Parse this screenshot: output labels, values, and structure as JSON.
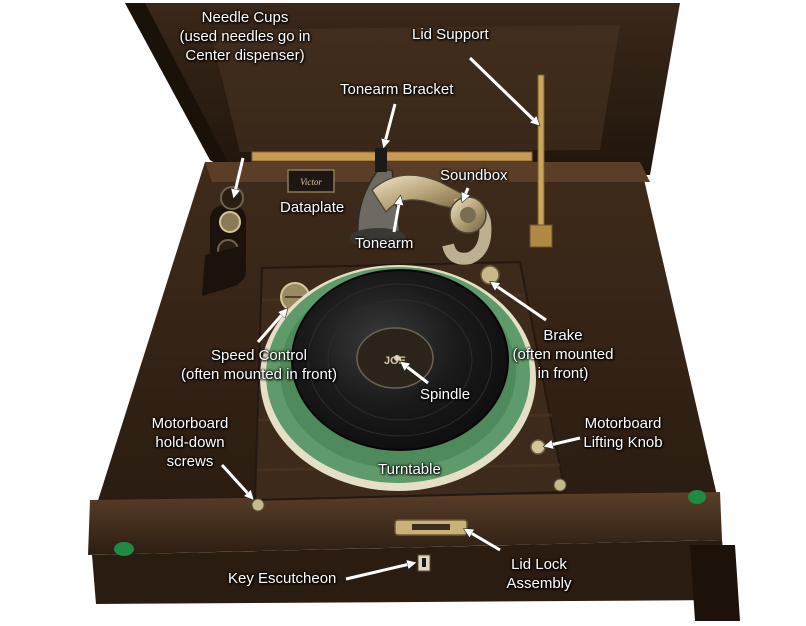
{
  "labels": {
    "needle_cups": [
      "Needle Cups",
      "(used needles go in",
      "Center dispenser)"
    ],
    "lid_support": "Lid Support",
    "tonearm_bracket": "Tonearm Bracket",
    "soundbox": "Soundbox",
    "dataplate": "Dataplate",
    "tonearm": "Tonearm",
    "speed_control": [
      "Speed Control",
      "(often mounted in front)"
    ],
    "brake": [
      "Brake",
      "(often mounted",
      "in front)"
    ],
    "spindle": "Spindle",
    "hold_down_screws": [
      "Motorboard",
      "hold-down",
      "screws"
    ],
    "lifting_knob": [
      "Motorboard",
      "Lifting Knob"
    ],
    "turntable": "Turntable",
    "key_escutcheon": "Key Escutcheon",
    "lid_lock": [
      "Lid Lock",
      "Assembly"
    ]
  },
  "dataplate_text": "Victor",
  "record_label_text": "JOE",
  "colors": {
    "wood_dark": "#2b1d12",
    "wood_mid": "#4a3220",
    "felt_green": "#5f9a6a",
    "record_black": "#141414",
    "brass": "#c9a65a",
    "chrome": "#b9b4a6",
    "label_text": "#ffffff"
  }
}
